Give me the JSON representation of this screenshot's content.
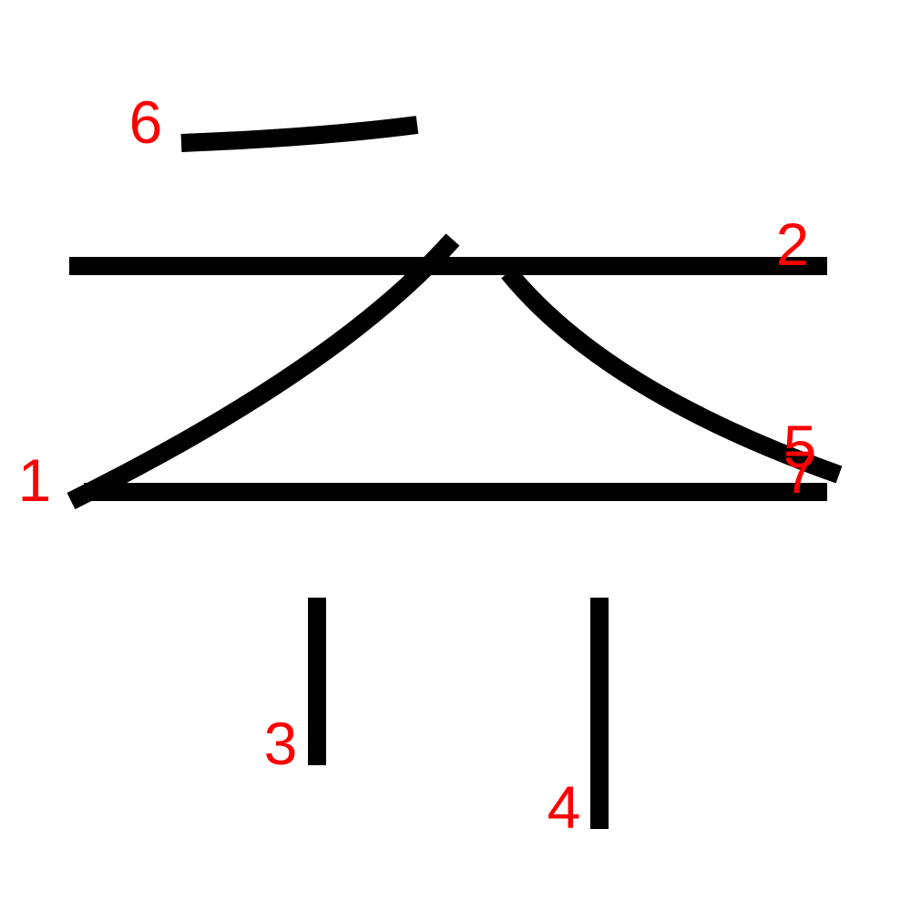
{
  "colors": {
    "background": "#ffffff",
    "stroke": "#000000",
    "label": "#ff0000"
  },
  "strokes": [
    {
      "number": "1",
      "shape": "curve-down-left"
    },
    {
      "number": "2",
      "shape": "horizontal-line"
    },
    {
      "number": "3",
      "shape": "vertical-line"
    },
    {
      "number": "4",
      "shape": "vertical-line"
    },
    {
      "number": "5",
      "shape": "curve-down-right"
    },
    {
      "number": "6",
      "shape": "horizontal-line"
    },
    {
      "number": "7",
      "shape": "horizontal-line"
    }
  ]
}
